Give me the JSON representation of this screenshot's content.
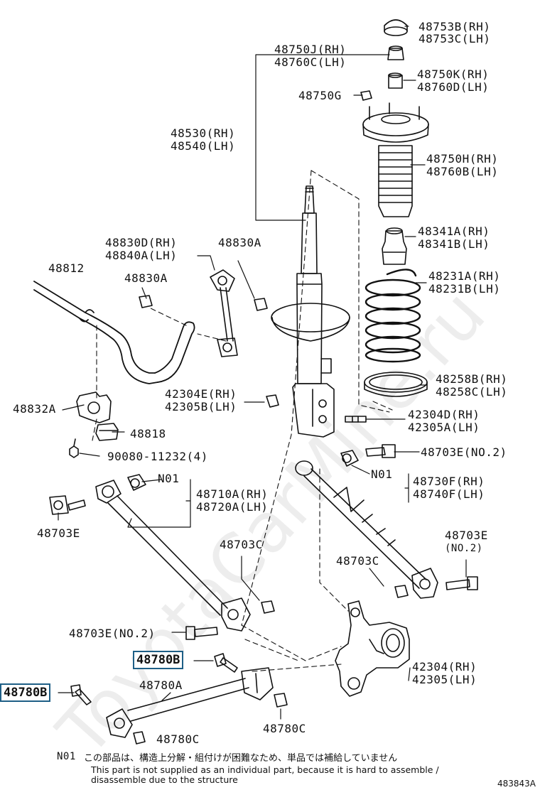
{
  "watermark": "ToyotaCarMine.ru",
  "parts": {
    "p48753B": "48753B(RH)",
    "p48753C": "48753C(LH)",
    "p48750J": "48750J(RH)",
    "p48760C": "48760C(LH)",
    "p48750K": "48750K(RH)",
    "p48760D": "48760D(LH)",
    "p48750G": "48750G",
    "p48530": "48530(RH)",
    "p48540": "48540(LH)",
    "p48750H": "48750H(RH)",
    "p48760B": "48760B(LH)",
    "p48341A": "48341A(RH)",
    "p48341B": "48341B(LH)",
    "p48830D": "48830D(RH)",
    "p48840A": "48840A(LH)",
    "p48830A_1": "48830A",
    "p48812": "48812",
    "p48830A_2": "48830A",
    "p48231A": "48231A(RH)",
    "p48231B": "48231B(LH)",
    "p48258B": "48258B(RH)",
    "p48258C": "48258C(LH)",
    "p42304E": "42304E(RH)",
    "p42305B": "42305B(LH)",
    "p48832A": "48832A",
    "p42304D": "42304D(RH)",
    "p42305A": "42305A(LH)",
    "p48818": "48818",
    "p90080": "90080-11232(4)",
    "p48703E_no2_top": "48703E(NO.2)",
    "n01_right": "N01",
    "n01_left": "N01",
    "p48730F": "48730F(RH)",
    "p48740F": "48740F(LH)",
    "p48710A": "48710A(RH)",
    "p48720A": "48720A(LH)",
    "p48703E_left": "48703E",
    "p48703E_right": "48703E",
    "no2_sub": "(NO.2)",
    "p48703C_mid": "48703C",
    "p48703C_right": "48703C",
    "p48703E_no2_bottom": "48703E(NO.2)",
    "box_48780B_1": "48780B",
    "box_48780B_2": "48780B",
    "p48780A": "48780A",
    "p42304": "42304(RH)",
    "p42305": "42305(LH)",
    "p48780C_right": "48780C",
    "p48780C_bottom": "48780C"
  },
  "footer": {
    "n01_key": "N01",
    "note_jp": "この部品は、構造上分解・組付けが困難なため、単品では補給していません",
    "note_en_1": "This part is not supplied as an individual part, because it is hard to assemble /",
    "note_en_2": "disassemble due to the structure",
    "diagram_id": "483843A"
  }
}
